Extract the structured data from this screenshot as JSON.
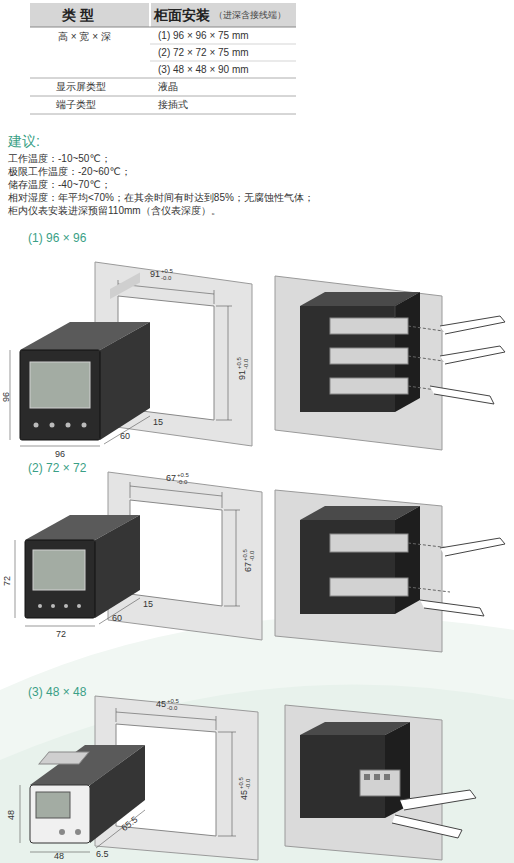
{
  "diagram": {
    "labels": [
      "类 型",
      "柜面安装",
      "（进深含接线端）",
      "高 × 宽 × 深",
      "(1) 96 × 96 × 75 mm",
      "(2) 72 × 72 × 75 mm",
      "(3) 48 × 48 × 90 mm",
      "显示屏类型",
      "液晶",
      "端子类型",
      "接插式",
      "建议:",
      "工作温度：-10~50℃；",
      "极限工作温度：-20~60℃；",
      "储存温度：-40~70℃；",
      "相对湿度：年平均<70%；在其余时间有时达到85%；无腐蚀性气体；",
      "柜内仪表安装进深预留110mm（含仪表深度）。",
      "(1) 96 × 96",
      "91",
      "+0.5",
      "-0.0",
      "91",
      "+0.5",
      "-0.0",
      "96",
      "96",
      "60",
      "15",
      "(2) 72 × 72",
      "67",
      "+0.5",
      "-0.0",
      "67",
      "+0.5",
      "-0.0",
      "72",
      "72",
      "60",
      "15",
      "(3) 48 × 48",
      "45",
      "+0.5",
      "-0.0",
      "45",
      "+0.5",
      "-0.0",
      "48",
      "48",
      "65.5",
      "6.5"
    ]
  }
}
